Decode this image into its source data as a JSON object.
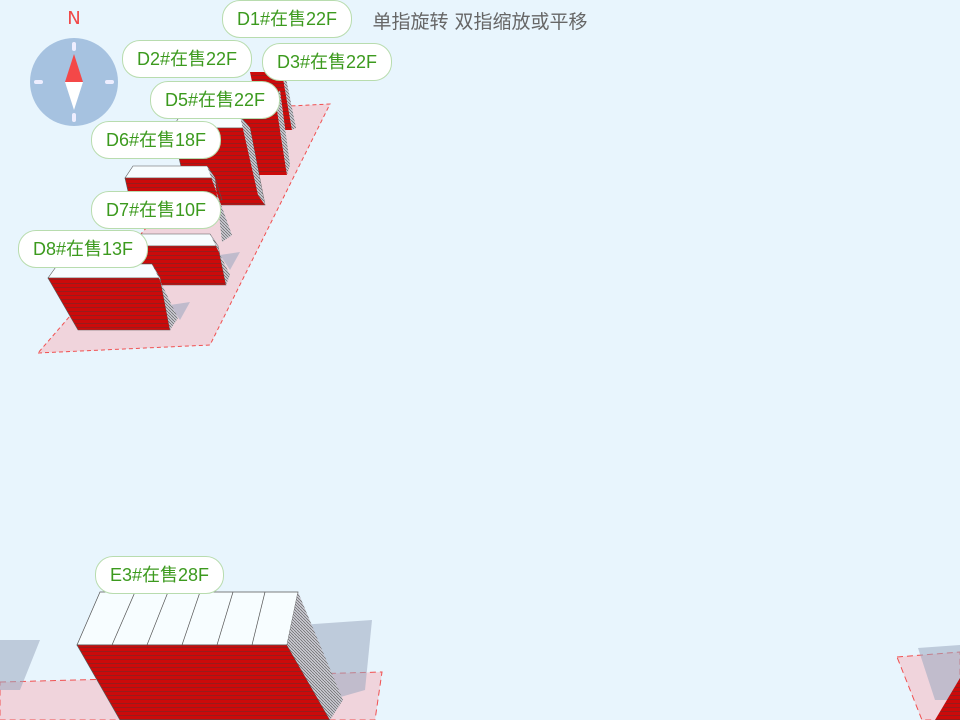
{
  "hint": "单指旋转 双指缩放或平移",
  "compass": {
    "north_label": "N"
  },
  "buildings": [
    {
      "label": "D1#在售22F"
    },
    {
      "label": "D2#在售22F"
    },
    {
      "label": "D3#在售22F"
    },
    {
      "label": "D5#在售22F"
    },
    {
      "label": "D6#在售18F"
    },
    {
      "label": "D7#在售10F"
    },
    {
      "label": "D8#在售13F"
    },
    {
      "label": "E3#在售28F"
    }
  ],
  "colors": {
    "sold_out": "#cc0a0a",
    "label_text": "#3c9a1e",
    "ground": "#f0d4dc"
  }
}
